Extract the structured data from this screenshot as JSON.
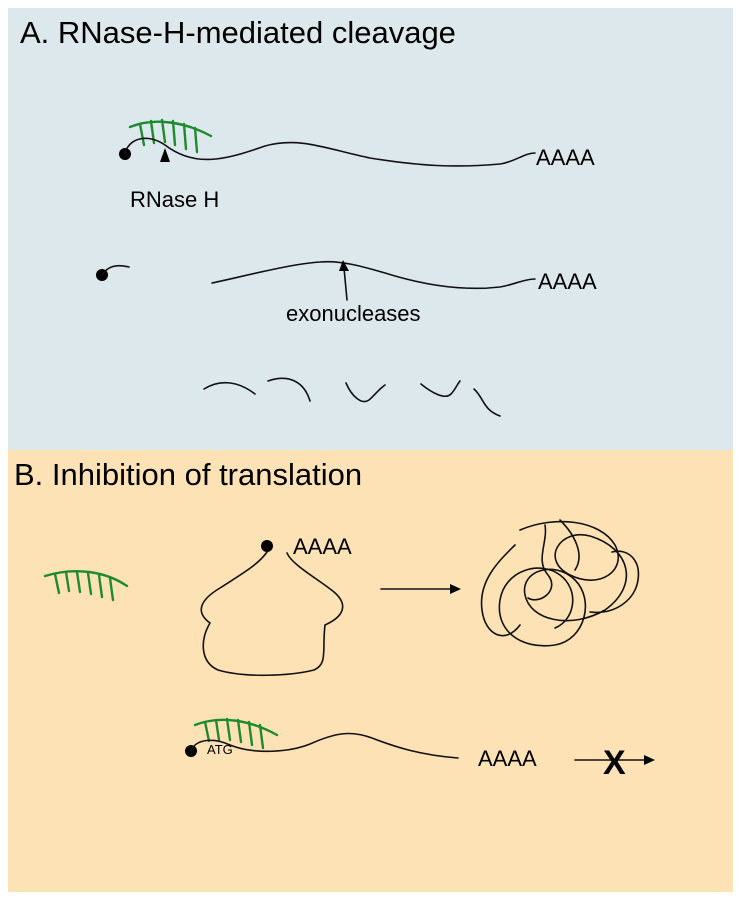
{
  "panel_a": {
    "title": "A. RNase-H-mediated cleavage",
    "background": "#dde8ec",
    "tail_top": "AAAA",
    "enzyme_label": "RNase H",
    "tail_middle": "AAAA",
    "exonuclease_label": "exonucleases"
  },
  "panel_b": {
    "title": "B. Inhibition of translation",
    "background": "#fde2b5",
    "loop_tail": "AAAA",
    "start_codon": "ATG",
    "blocked_tail": "AAAA",
    "blocked_mark": "X"
  },
  "colors": {
    "oligo": "#1e8a2e",
    "rna": "#111111"
  }
}
